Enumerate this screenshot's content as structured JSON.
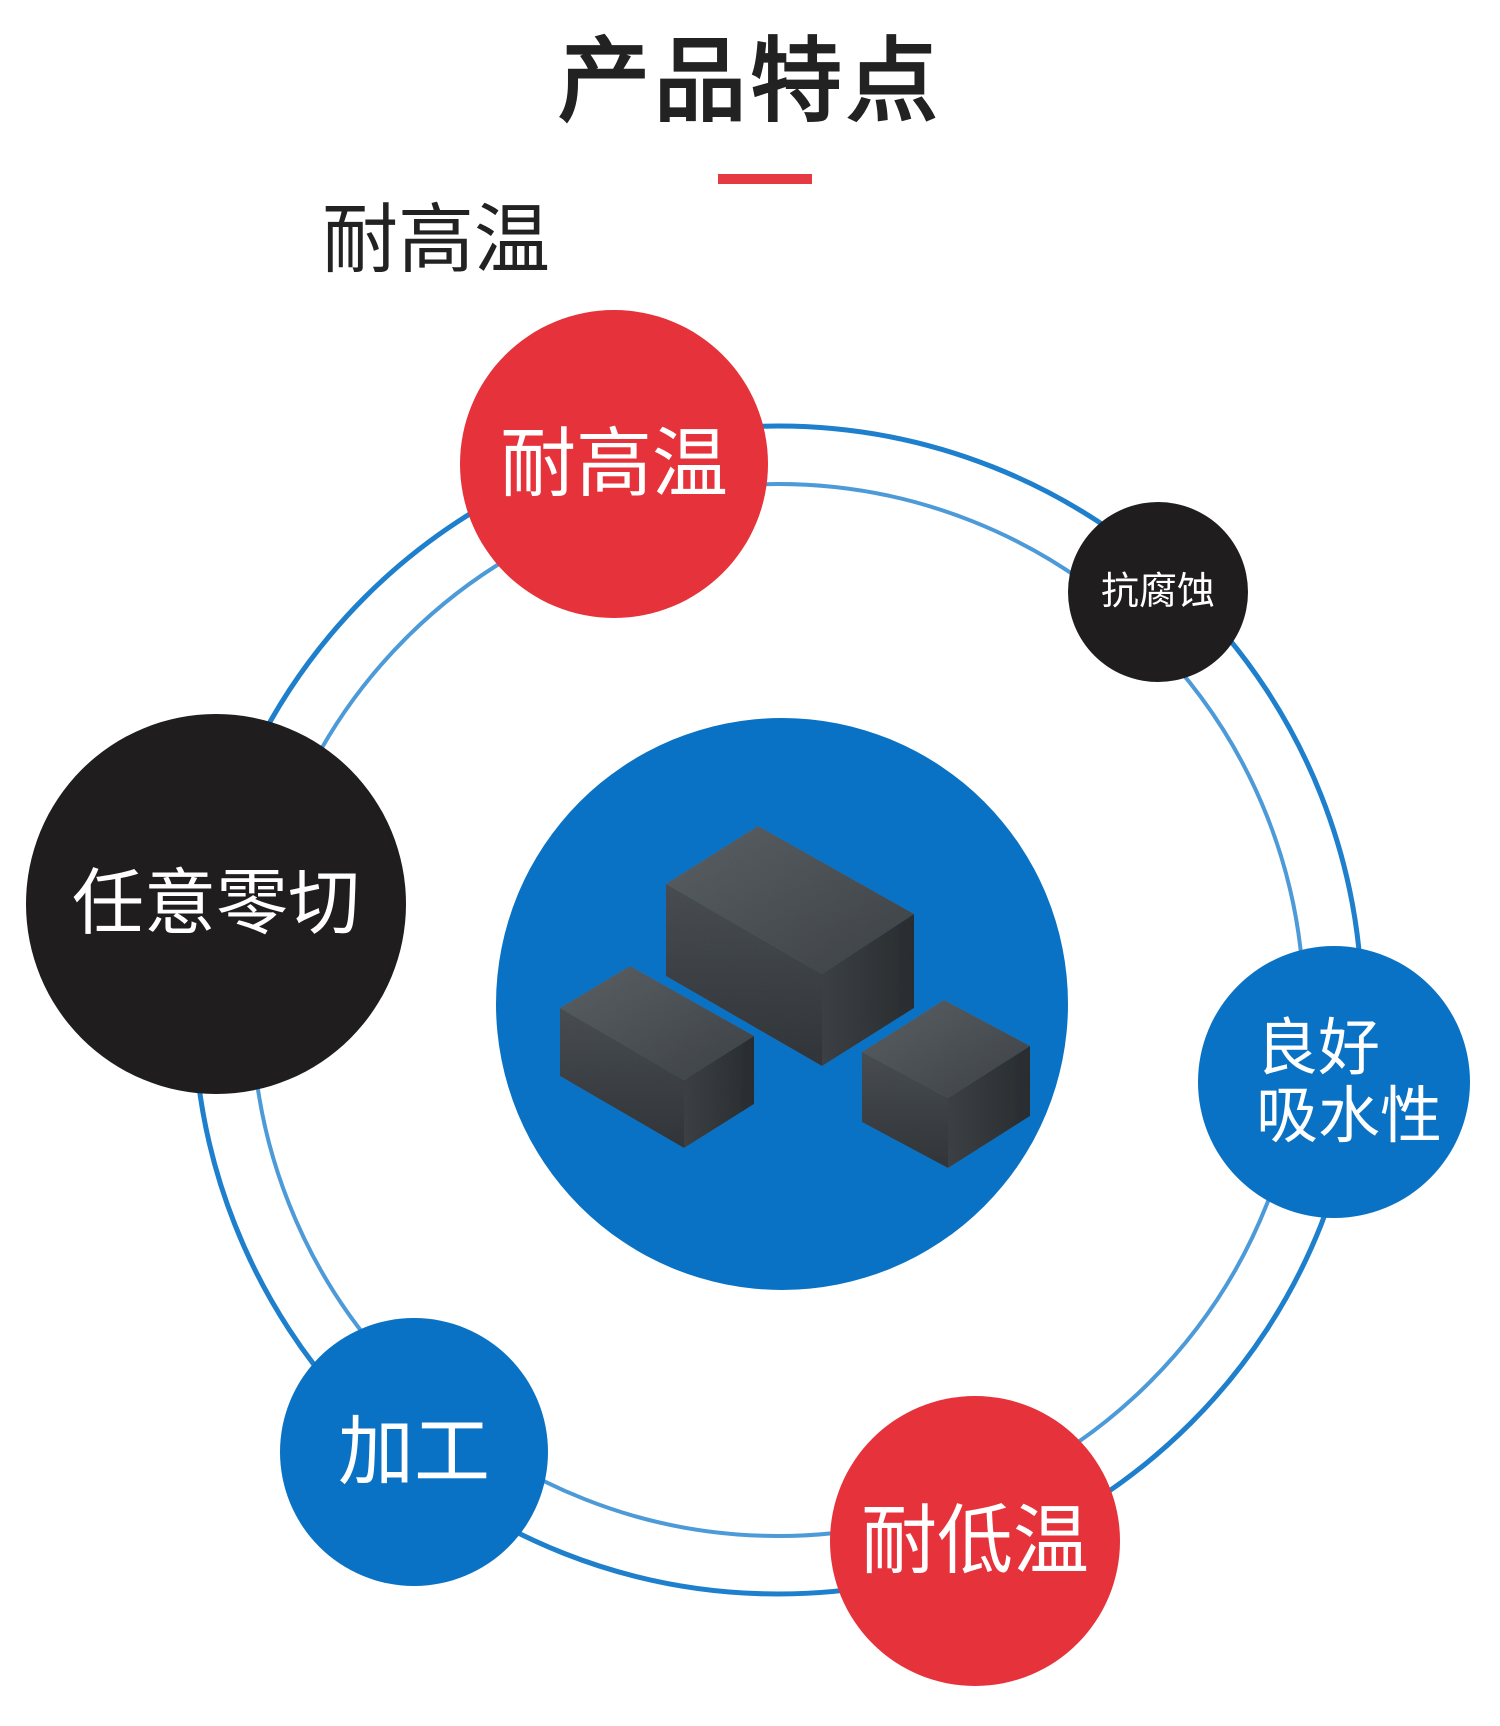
{
  "header": {
    "title": "产品特点",
    "subtitle": "耐高温"
  },
  "features": {
    "top": "耐高温",
    "top_right": "抗腐蚀",
    "right_line1": "良好",
    "right_line2": "吸水性",
    "bottom_right": "耐低温",
    "bottom_left": "加工",
    "left": "任意零切"
  },
  "colors": {
    "red": "#e5323b",
    "black": "#1f1d1e",
    "blue": "#0a72c4",
    "ring": "#1e7fcd",
    "underline": "#e53a41"
  },
  "icons": {
    "center": "graphite-blocks-product-image"
  }
}
